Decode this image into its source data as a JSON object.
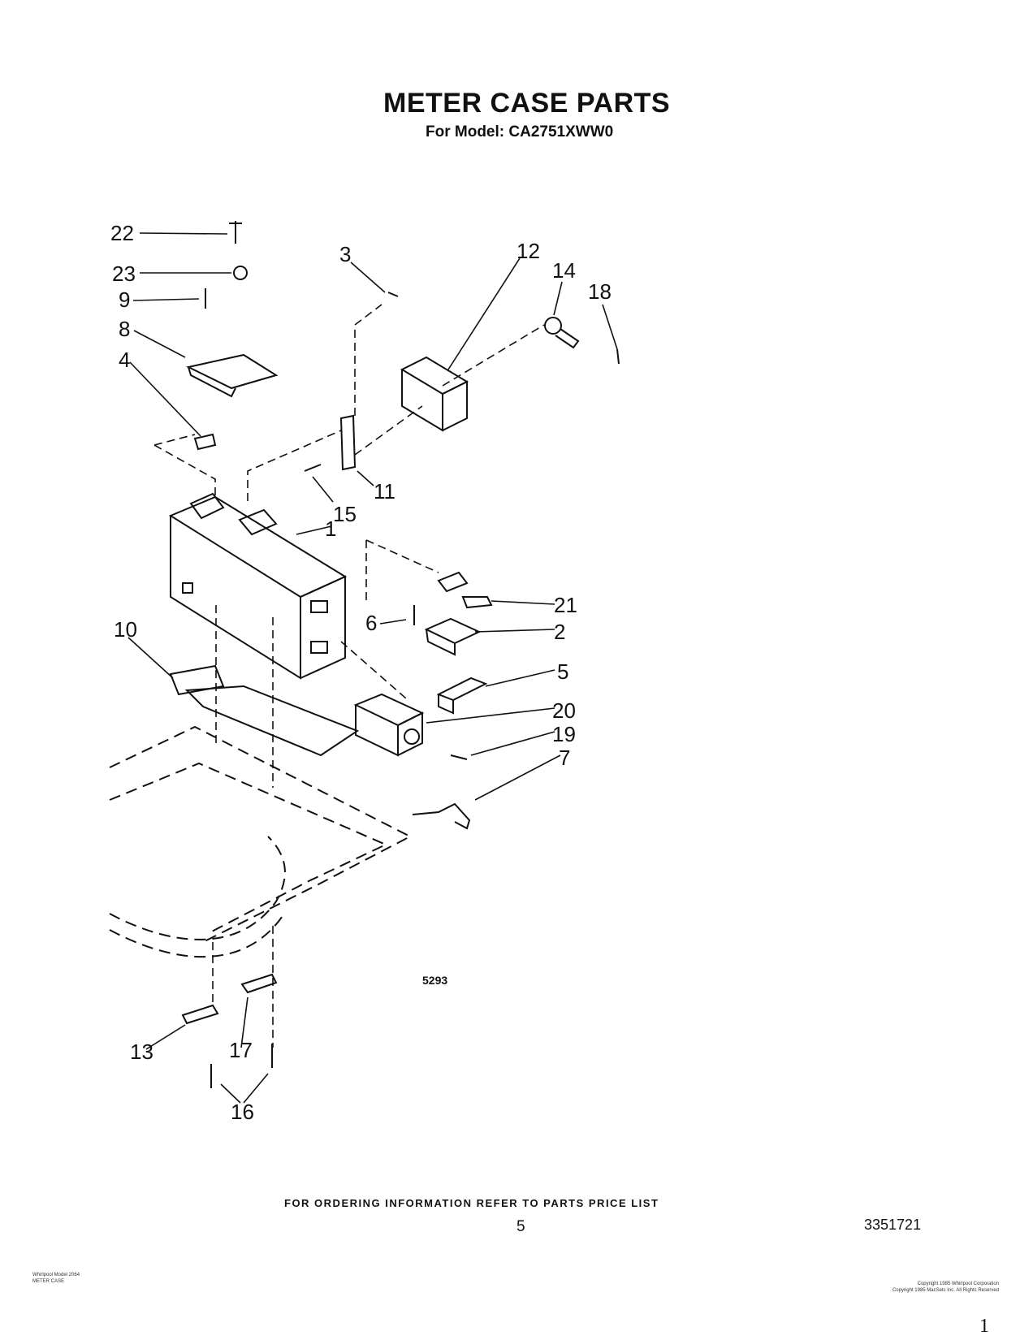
{
  "header": {
    "title": "METER CASE PARTS",
    "subtitle": "For Model: CA2751XWW0"
  },
  "diagram": {
    "figure_number": "5293",
    "callouts": [
      "1",
      "2",
      "3",
      "4",
      "5",
      "6",
      "7",
      "8",
      "9",
      "10",
      "11",
      "12",
      "13",
      "14",
      "15",
      "16",
      "17",
      "18",
      "19",
      "20",
      "21",
      "22",
      "23"
    ]
  },
  "footer": {
    "ordering_info": "FOR ORDERING INFORMATION REFER TO PARTS PRICE LIST",
    "page_number": "5",
    "document_number": "3351721",
    "left_note_1": "Whirlpool Model 2064",
    "left_note_2": "METER CASE",
    "copyright_1": "Copyright 1985 Whirlpool Corporation",
    "copyright_2": "Copyright 1985 MacSetc Inc. All Rights Reserved",
    "corner_mark": "1"
  }
}
